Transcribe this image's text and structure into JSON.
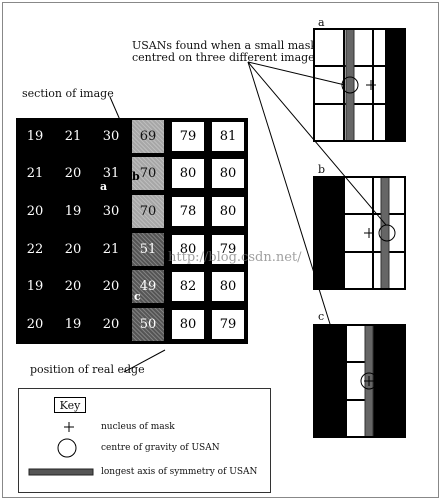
{
  "captions": {
    "usans_line1": "USANs found when a small mask is",
    "usans_line2": "centred on three different image positions",
    "section": "section of image",
    "edge": "position of real edge"
  },
  "grid": {
    "rows": [
      [
        "19",
        "21",
        "30",
        "69",
        "79",
        "81"
      ],
      [
        "21",
        "20",
        "31",
        "70",
        "80",
        "80"
      ],
      [
        "20",
        "19",
        "30",
        "70",
        "78",
        "80"
      ],
      [
        "22",
        "20",
        "21",
        "51",
        "80",
        "79"
      ],
      [
        "19",
        "20",
        "20",
        "49",
        "82",
        "80"
      ],
      [
        "20",
        "19",
        "20",
        "50",
        "80",
        "79"
      ]
    ],
    "marker_a": "a",
    "marker_b": "b",
    "marker_c": "c"
  },
  "panels": [
    {
      "label": "a"
    },
    {
      "label": "b"
    },
    {
      "label": "c"
    }
  ],
  "key": {
    "title": "Key",
    "items": [
      {
        "symbol": "cross-icon",
        "text": "nucleus of mask"
      },
      {
        "symbol": "circle-icon",
        "text": "centre of gravity of USAN"
      },
      {
        "symbol": "bar-icon",
        "text": "longest axis of symmetry of USAN"
      }
    ]
  },
  "watermark": "http://blog.csdn.net/"
}
